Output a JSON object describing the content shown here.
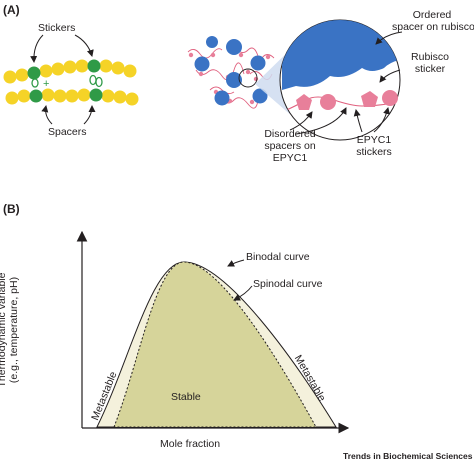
{
  "panel_a": {
    "label": "(A)",
    "stickers_label": "Stickers",
    "spacers_label": "Spacers",
    "ordered_spacer_label_1": "Ordered",
    "ordered_spacer_label_2": "spacer on rubisco",
    "rubisco_sticker_label_1": "Rubisco",
    "rubisco_sticker_label_2": "sticker",
    "disordered_spacers_label_1": "Disordered",
    "disordered_spacers_label_2": "spacers on",
    "disordered_spacers_label_3": "EPYC1",
    "epyc1_stickers_label_1": "EPYC1",
    "epyc1_stickers_label_2": "stickers",
    "colors": {
      "spacer_bead": "#f5d327",
      "sticker_bead": "#2f9a47",
      "rubisco": "#3a73c4",
      "epyc1_sticker": "#e87f9a",
      "epyc1_chain": "#e0607e",
      "zoom_shade": "#cfdcf0"
    }
  },
  "panel_b": {
    "label": "(B)",
    "y_axis_label_1": "Thermodynamic variable",
    "y_axis_label_2": "(e.g., temperature, pH)",
    "x_axis_label": "Mole fraction",
    "binodal_label": "Binodal curve",
    "spinodal_label": "Spinodal curve",
    "stable_label": "Stable",
    "metastable_left_label": "Metastable",
    "metastable_right_label": "Metastable",
    "colors": {
      "stable_fill": "#d6d49a",
      "metastable_fill": "#f4f1dc"
    }
  },
  "footer": {
    "source": "Trends in Biochemical Sciences"
  }
}
